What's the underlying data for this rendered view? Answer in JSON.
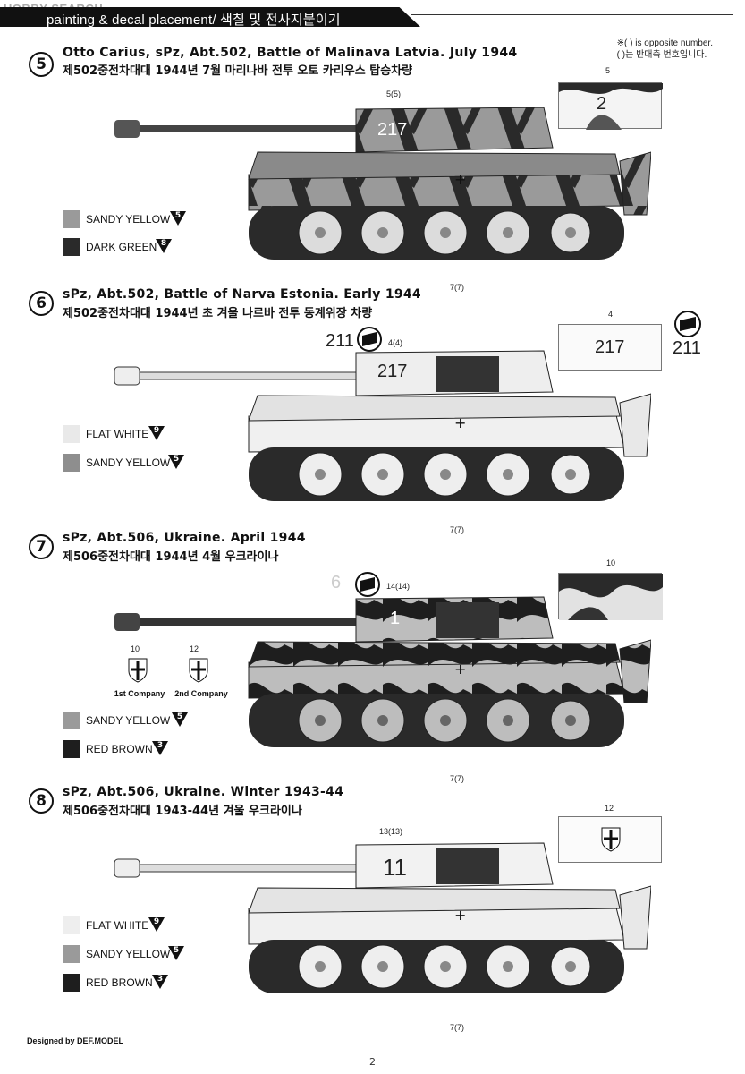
{
  "watermark": "HOBBY SEARCH",
  "header": {
    "title": "painting & decal placement/ 색칠 및 전사지붙이기"
  },
  "note": {
    "line1": "※( ) is opposite number.",
    "line2": "( )는 반대측 번호입니다."
  },
  "sections": [
    {
      "number": "5",
      "title": "Otto Carius, sPz, Abt.502, Battle of Malinava Latvia. July 1944",
      "subtitle": "제502중전차대대  1944년 7월 마리나바 전투 오토 카리우스 탑승차량",
      "colors": [
        {
          "name": "SANDY YELLOW",
          "num": "5",
          "hex": "#9a9a9a"
        },
        {
          "name": "DARK GREEN",
          "num": "8",
          "hex": "#2a2a2a"
        }
      ],
      "turret_number": "217",
      "markers": {
        "turret": "5(5)",
        "hull": "7(7)",
        "decal": "5"
      },
      "decal_text": "2"
    },
    {
      "number": "6",
      "title": "sPz, Abt.502, Battle of Narva Estonia. Early 1944",
      "subtitle": "제502중전차대대  1944년 초 겨울 나르바 전투 동계위장 차량",
      "colors": [
        {
          "name": "FLAT WHITE",
          "num": "9",
          "hex": "#e9e9e9"
        },
        {
          "name": "SANDY YELLOW",
          "num": "5",
          "hex": "#8e8e8e"
        }
      ],
      "turret_number": "217",
      "side_number": "211",
      "markers": {
        "turret": "4(4)",
        "hull": "7(7)",
        "decal": "4"
      },
      "decal_text": "217",
      "emblem_text": "211"
    },
    {
      "number": "7",
      "title": "sPz, Abt.506, Ukraine. April 1944",
      "subtitle": "제506중전차대대 1944년 4월 우크라이나",
      "colors": [
        {
          "name": "SANDY YELLOW",
          "num": "5",
          "hex": "#9a9a9a"
        },
        {
          "name": "RED BROWN",
          "num": "3",
          "hex": "#1e1e1e"
        }
      ],
      "turret_number": "1",
      "side_number": "6",
      "markers": {
        "turret": "14(14)",
        "hull": "7(7)",
        "decal": "10"
      },
      "companies": [
        {
          "num": "10",
          "label": "1st Company"
        },
        {
          "num": "12",
          "label": "2nd Company"
        }
      ]
    },
    {
      "number": "8",
      "title": "sPz, Abt.506, Ukraine. Winter 1943-44",
      "subtitle": "제506중전차대대 1943-44년 겨울 우크라이나",
      "colors": [
        {
          "name": "FLAT WHITE",
          "num": "9",
          "hex": "#eeeeee"
        },
        {
          "name": "SANDY YELLOW",
          "num": "5",
          "hex": "#9a9a9a"
        },
        {
          "name": "RED BROWN",
          "num": "3",
          "hex": "#1e1e1e"
        }
      ],
      "turret_number": "11",
      "markers": {
        "turret": "13(13)",
        "hull": "7(7)",
        "decal": "12"
      }
    }
  ],
  "footer": {
    "designed_by": "Designed by",
    "brand": "DEF.MODEL",
    "page": "2"
  }
}
